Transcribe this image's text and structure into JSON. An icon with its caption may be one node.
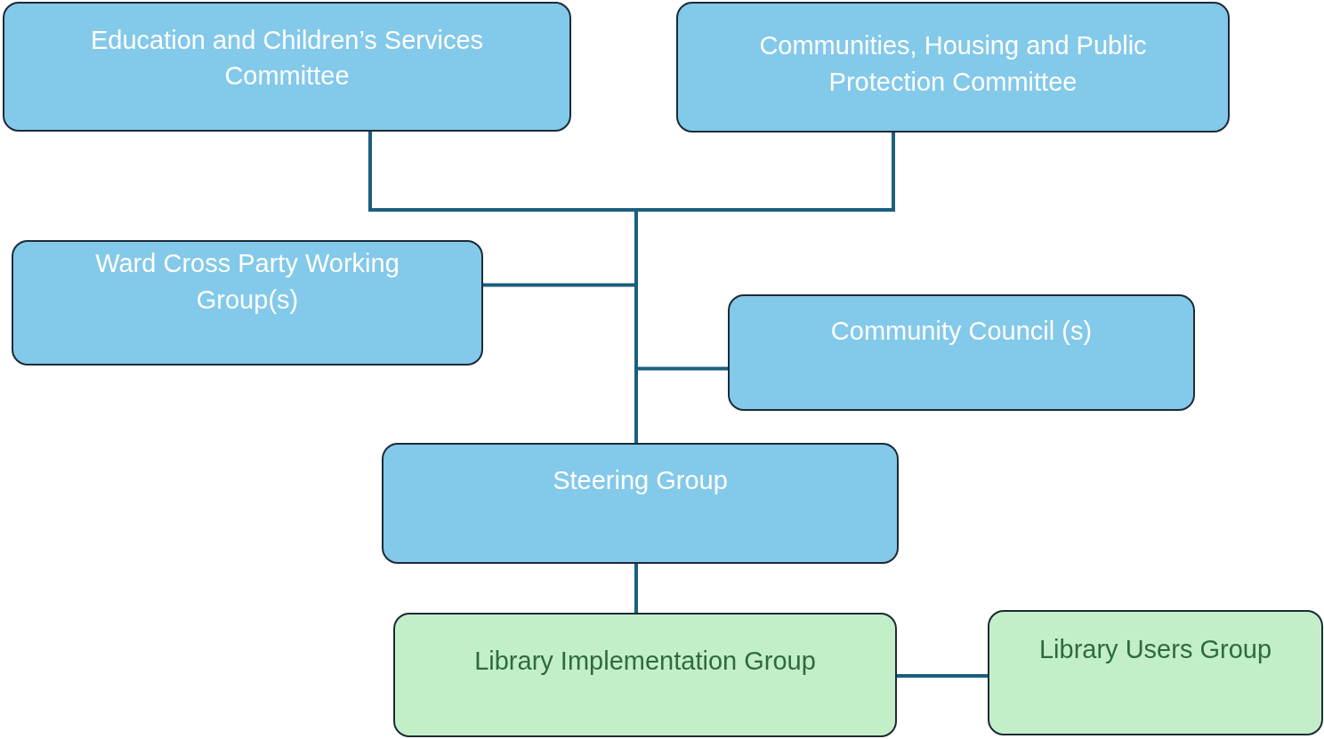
{
  "diagram": {
    "nodes": [
      {
        "text": [
          "Education and Children’s Services Committee"
        ]
      },
      {
        "text": [
          "Communities, Housing and Public Protection Committee"
        ]
      },
      {
        "text": [
          "Ward Cross Party Working Group(s)"
        ]
      },
      {
        "text": [
          "Community Council (s)"
        ]
      },
      {
        "text": [
          "Steering Group"
        ]
      },
      {
        "text": [
          "Library Implementation Group"
        ]
      },
      {
        "text": [
          "Library Users Group"
        ]
      }
    ],
    "edges": [
      {
        "from": 0,
        "to": 4,
        "arrow": "none"
      },
      {
        "from": 1,
        "to": 4,
        "arrow": "none"
      },
      {
        "from": 2,
        "to": 4,
        "arrow": "none"
      },
      {
        "from": 3,
        "to": 4,
        "arrow": "none"
      },
      {
        "from": 4,
        "to": 5,
        "arrow": "none"
      },
      {
        "from": 5,
        "to": 6,
        "arrow": "none"
      }
    ]
  }
}
